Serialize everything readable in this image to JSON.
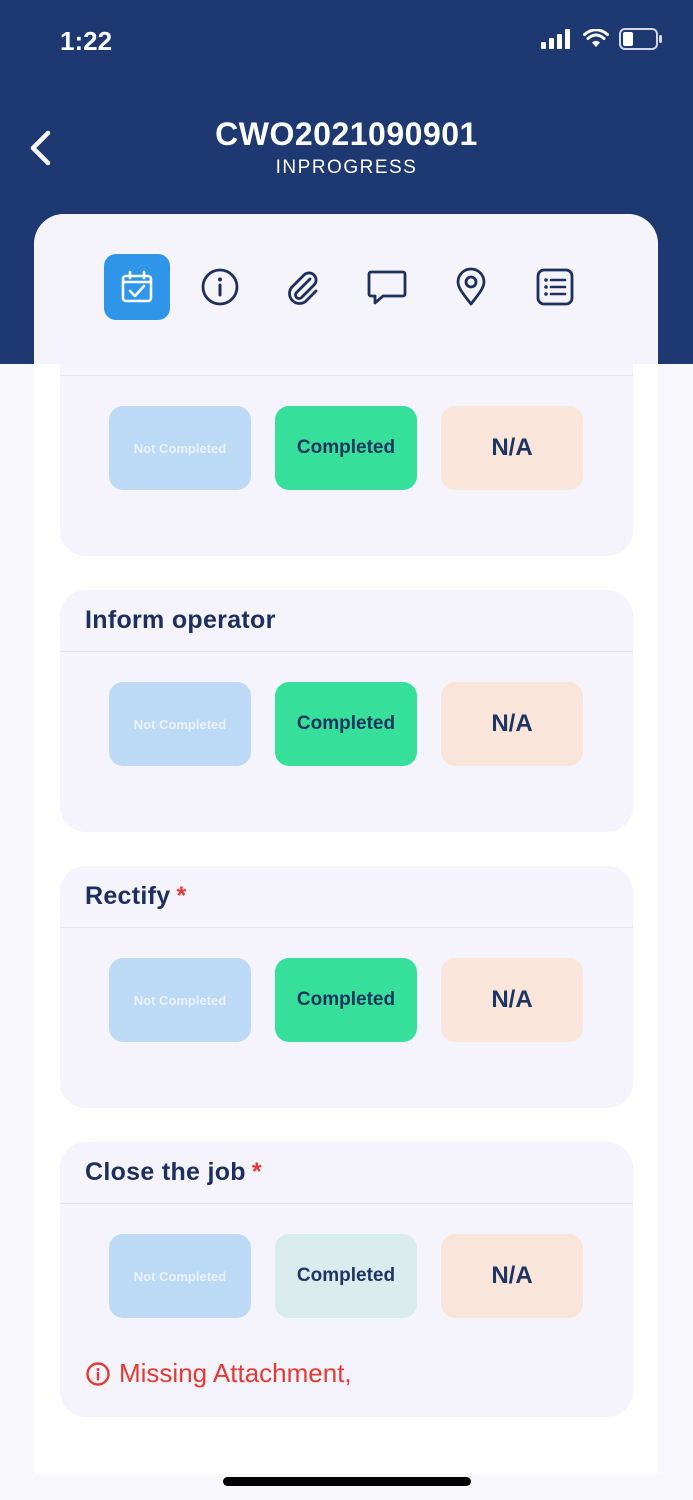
{
  "status_bar": {
    "time": "1:22"
  },
  "header": {
    "title": "CWO2021090901",
    "status": "INPROGRESS"
  },
  "tabs": [
    {
      "icon": "checklist-calendar-icon",
      "active": true
    },
    {
      "icon": "info-icon",
      "active": false
    },
    {
      "icon": "paperclip-icon",
      "active": false
    },
    {
      "icon": "chat-icon",
      "active": false
    },
    {
      "icon": "location-pin-icon",
      "active": false
    },
    {
      "icon": "list-icon",
      "active": false
    }
  ],
  "options": {
    "not_completed": "Not Completed",
    "completed": "Completed",
    "na": "N/A"
  },
  "tasks": [
    {
      "label": "",
      "required": false,
      "selected": "completed"
    },
    {
      "label": "Inform operator",
      "required": false,
      "selected": "completed"
    },
    {
      "label": "Rectify",
      "required": true,
      "required_mark": "*",
      "selected": "completed"
    },
    {
      "label": "Close the job",
      "required": true,
      "required_mark": "*",
      "selected": "none",
      "error": "Missing Attachment,"
    }
  ],
  "colors": {
    "header_bg": "#1e3872",
    "active_tab": "#2e95e8",
    "completed": "#36e09a",
    "not_completed": "#bcd9f5",
    "na": "#f9e5da",
    "error": "#e53935"
  }
}
